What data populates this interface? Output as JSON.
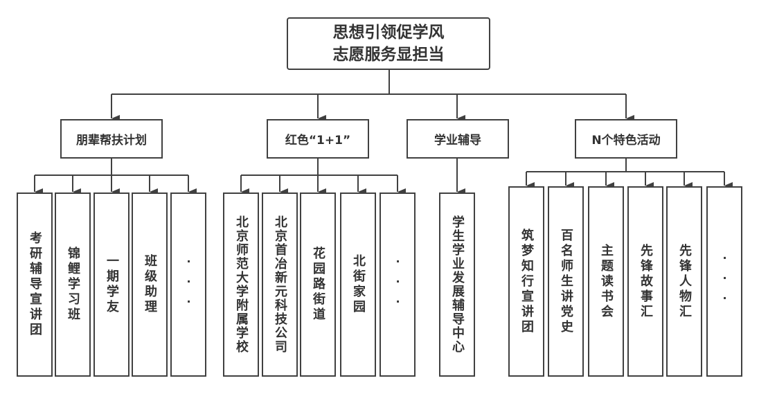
{
  "diagram": {
    "root": {
      "line1": "思想引领促学风",
      "line2": "志愿服务显担当"
    },
    "branches": [
      {
        "label": "朋辈帮扶计划",
        "children": [
          "考研辅导宣讲团",
          "锦鲤学习班",
          "一期学友",
          "班级助理",
          "···"
        ]
      },
      {
        "label": "红色“1+1”",
        "children": [
          "北京师范大学附属学校",
          "北京首冶新元科技公司",
          "花园路街道",
          "北街家园",
          "···"
        ]
      },
      {
        "label": "学业辅导",
        "children": [
          "学生学业发展辅导中心"
        ]
      },
      {
        "label": "N个特色活动",
        "children": [
          "筑梦知行宣讲团",
          "百名师生讲党史",
          "主题读书会",
          "先锋故事汇",
          "先锋人物汇",
          "···"
        ]
      }
    ],
    "colors": {
      "line": "#404040",
      "text": "#333333",
      "background": "#ffffff"
    }
  }
}
